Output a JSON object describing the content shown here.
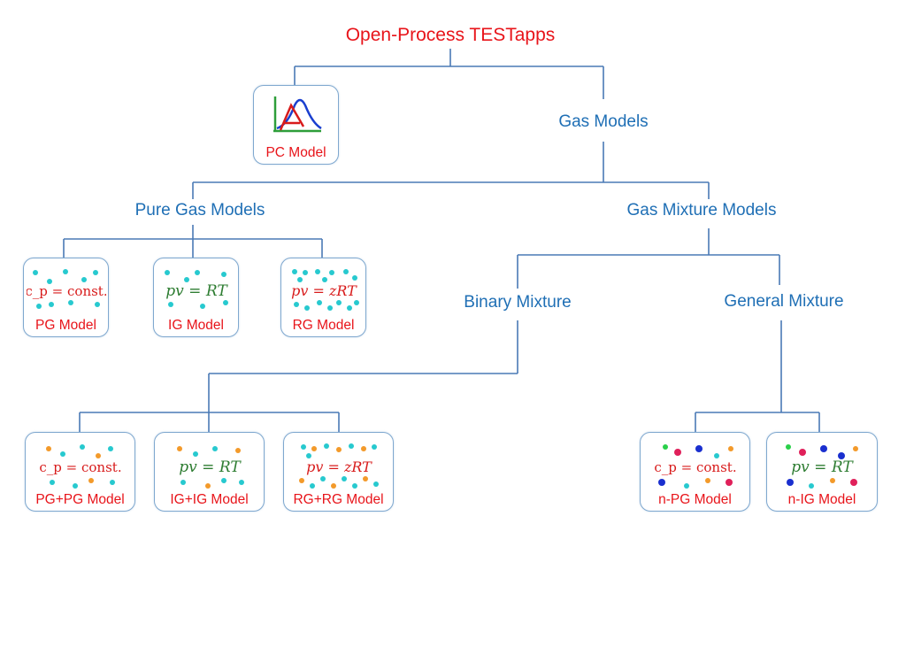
{
  "title": "Open-Process TESTapps",
  "categories": {
    "gas_models": "Gas Models",
    "pure_gas_models": "Pure Gas Models",
    "gas_mixture_models": "Gas Mixture Models",
    "binary_mixture": "Binary Mixture",
    "general_mixture": "General Mixture"
  },
  "models": {
    "pc": "PC Model",
    "pg": "PG Model",
    "ig": "IG Model",
    "rg": "RG Model",
    "pg_pg": "PG+PG Model",
    "ig_ig": "IG+IG Model",
    "rg_rg": "RG+RG Model",
    "n_pg": "n-PG Model",
    "n_ig": "n-IG Model"
  },
  "equations": {
    "cp_const": "c_p = const.",
    "pv_rt": "pv = RT",
    "pv_zrt": "pv = zRT"
  },
  "colors": {
    "title_red": "#e8141a",
    "category_blue": "#1f6fb5",
    "connector": "#4a7ab5",
    "dot_cyan": "#27c9cf",
    "dot_orange": "#f39a2a",
    "dot_blue": "#1a2fcf",
    "dot_magenta": "#e0205a",
    "dot_green": "#2ad04a",
    "equation_green": "#2e7d32",
    "equation_red": "#d81b1b"
  }
}
